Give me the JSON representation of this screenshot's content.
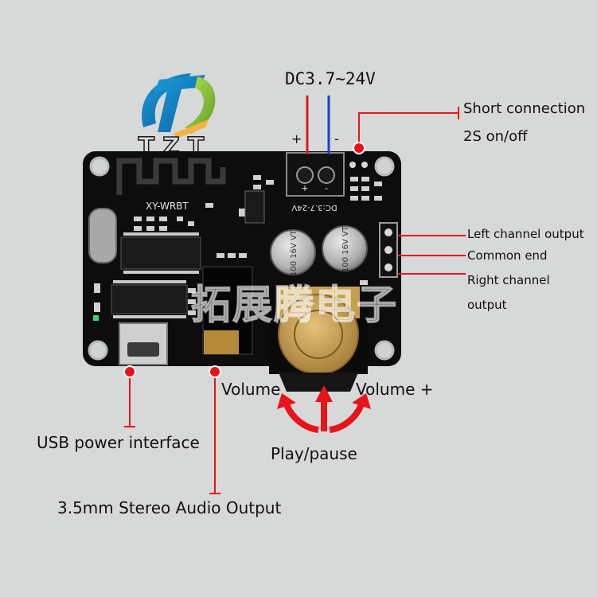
{
  "logo": {
    "text": "TZT",
    "colors": {
      "teal": "#1b9cd8",
      "green": "#8cc63f",
      "gold": "#f3b33d"
    }
  },
  "board": {
    "silkscreen_model": "XY-WRBT",
    "silkscreen_voltage": "DC:3.7-24V",
    "capacitor_rating": "100 16V VT",
    "watermark": "拓展腾电子"
  },
  "labels": {
    "power_input": "DC3.7~24V",
    "plus": "+",
    "minus": "-",
    "short_connection": "Short connection",
    "on_off": "2S on/off",
    "left_channel": "Left channel output",
    "common_end": "Common end",
    "right_channel": "Right channel",
    "right_channel_2": "output",
    "volume_down": "Volume -",
    "volume_up": "Volume +",
    "play_pause": "Play/pause",
    "usb_power": "USB power interface",
    "audio_out": "3.5mm Stereo Audio Output"
  },
  "colors": {
    "background": "#d6d9d8",
    "pcb": "#0d0d0d",
    "callout": "#e8141c",
    "wire_negative": "#1e3fc8",
    "gold": "#c9a24a"
  }
}
